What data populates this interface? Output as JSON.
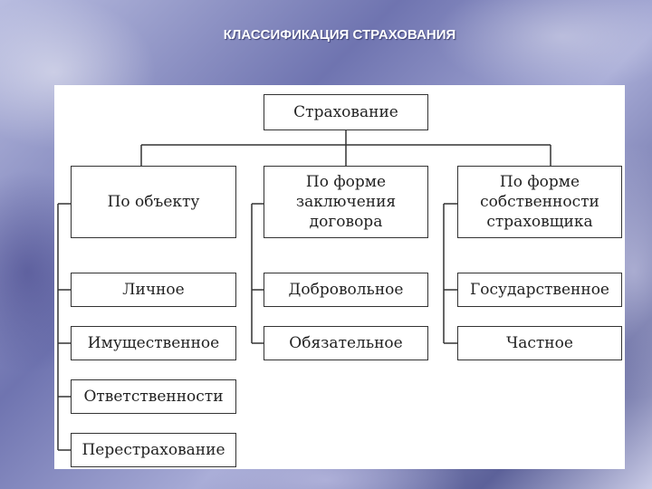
{
  "title": "КЛАССИФИКАЦИЯ СТРАХОВАНИЯ",
  "diagram": {
    "root": "Страхование",
    "categories": [
      {
        "label": "По объекту",
        "items": [
          "Личное",
          "Имущественное",
          "Ответственности",
          "Перестрахование"
        ]
      },
      {
        "label": "По форме\nзаключения\nдоговора",
        "items": [
          "Добровольное",
          "Обязательное"
        ]
      },
      {
        "label": "По форме\nсобственности\nстраховщика",
        "items": [
          "Государственное",
          "Частное"
        ]
      }
    ]
  }
}
